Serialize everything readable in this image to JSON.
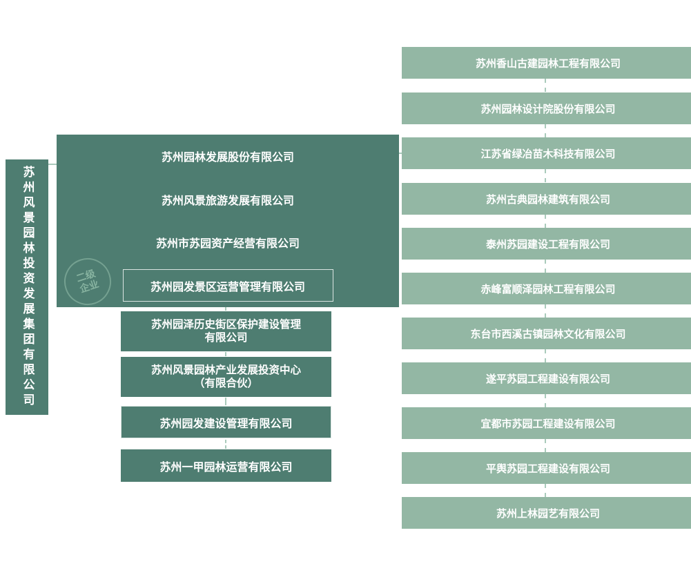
{
  "colors": {
    "tier2_dark_green": "#4E7D71",
    "tier3_light_green": "#93B7A4",
    "connector_green": "#A9CABB",
    "text_white": "#FFFFFF",
    "watermark_green": "#96C0AC"
  },
  "group": {
    "name": "苏州风景园林投资发展集团有限公司"
  },
  "watermark": {
    "line1": "二级",
    "line2": "企业"
  },
  "tier2": {
    "panel_rows": [
      {
        "label": "苏州园林发展股份有限公司"
      },
      {
        "label": "苏州风景旅游发展有限公司"
      },
      {
        "label": "苏州市苏园资产经营有限公司"
      },
      {
        "label": "苏州园发景区运营管理有限公司"
      }
    ],
    "boxes": [
      {
        "line1": "苏州园泽历史街区保护建设管理",
        "line2": "有限公司"
      },
      {
        "line1": "苏州风景园林产业发展投资中心",
        "line2": "（有限合伙）"
      },
      {
        "label": "苏州园发建设管理有限公司"
      },
      {
        "label": "苏州一甲园林运营有限公司"
      }
    ]
  },
  "tier3": {
    "companies": [
      "苏州香山古建园林工程有限公司",
      "苏州园林设计院股份有限公司",
      "江苏省绿冶苗木科技有限公司",
      "苏州古典园林建筑有限公司",
      "泰州苏园建设工程有限公司",
      "赤峰富顺泽园林工程有限公司",
      "东台市西溪古镇园林文化有限公司",
      "遂平苏园工程建设有限公司",
      "宜都市苏园工程建设有限公司",
      "平舆苏园工程建设有限公司",
      "苏州上林园艺有限公司"
    ]
  }
}
